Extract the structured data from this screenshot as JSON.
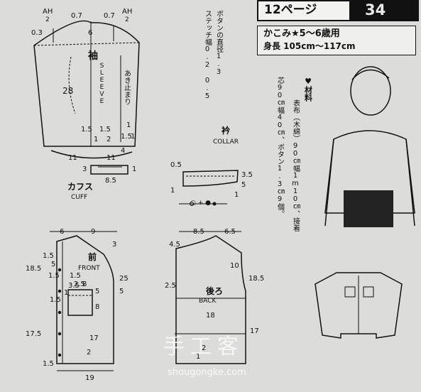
{
  "header": {
    "page_label": "12ページ",
    "page_number": "34"
  },
  "age_box": {
    "line1": "かこみ★5〜6歳用",
    "line2": "身長 105cm〜117cm"
  },
  "materials": {
    "heading": "♥材料",
    "col1": "表布（木綿）90㎝幅1m10㎝、接着",
    "col2": "芯90㎝幅40㎝、ボタン1.3㎝9個。"
  },
  "button_note": {
    "col1": "ボタンの直径1.3",
    "col2": "ステッチ幅0.2 0.5"
  },
  "sleeve": {
    "label": "袖",
    "label_en": "SLEEVE",
    "opening": "あき止まり",
    "dims": [
      "AH",
      "2",
      "0.7",
      "0.7",
      "AH",
      "2",
      "0.3",
      "6",
      "28",
      "1.5",
      "1.5",
      "1",
      "1.5",
      "2",
      "1",
      "1",
      "4",
      "11",
      "11"
    ]
  },
  "cuff": {
    "label": "カフス",
    "label_en": "CUFF",
    "dims": [
      "3",
      "1",
      "8.5"
    ]
  },
  "collar": {
    "label": "衿",
    "label_en": "COLLAR",
    "dims": [
      "0.5",
      "3.5",
      "1",
      "5",
      "1",
      "○ + ●"
    ]
  },
  "front": {
    "label": "前",
    "label_en": "FRONT",
    "dims": [
      "6",
      "9",
      "3",
      "1.5",
      "5",
      "1.5",
      "1.5",
      "3.5",
      "18.5",
      "2.5",
      "8",
      "1",
      "25",
      "5",
      "8",
      "5",
      "1.5",
      "17",
      "17.5",
      "2",
      "1.5",
      "19"
    ]
  },
  "back": {
    "label": "後ろ",
    "label_en": "BACK",
    "dims": [
      "8.5",
      "6.5",
      "4.5",
      "2.5",
      "10",
      "18.5",
      "18",
      "17",
      "2",
      "1"
    ]
  },
  "watermark": {
    "main": "手工客",
    "site": "shougongke.com"
  }
}
